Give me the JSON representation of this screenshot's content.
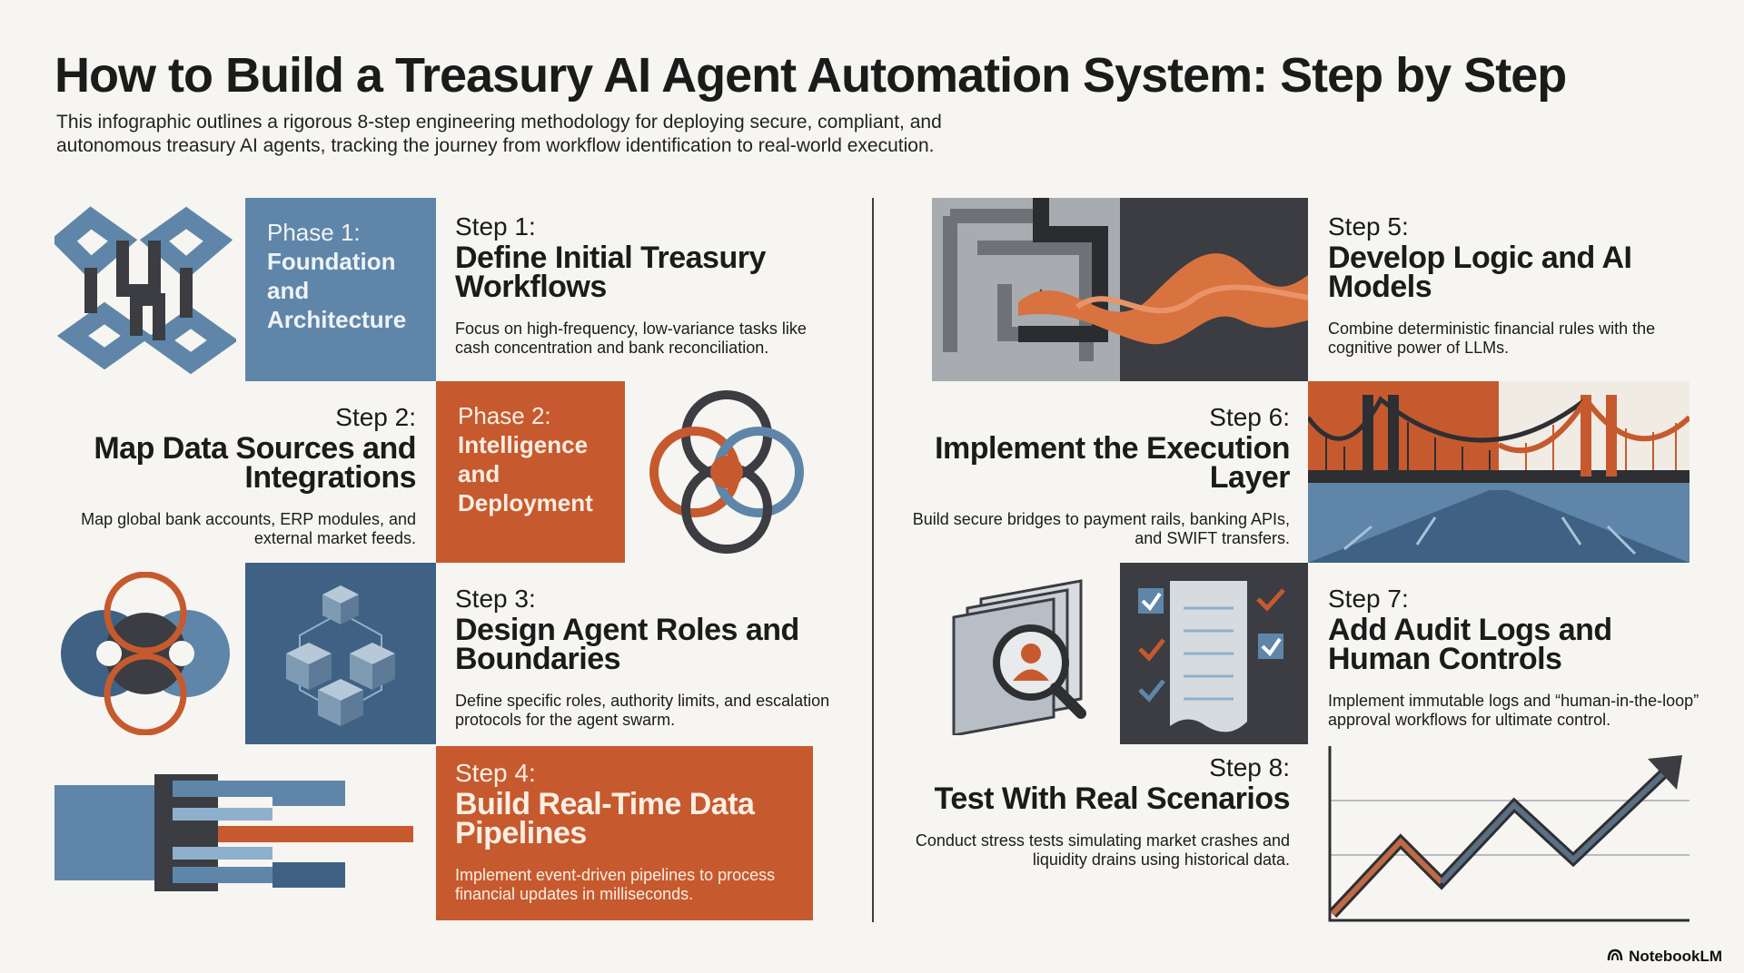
{
  "title": "How to Build a Treasury AI Agent Automation System: Step by Step",
  "subtitle": "This infographic outlines a rigorous 8-step engineering methodology for deploying secure, compliant, and autonomous treasury AI agents, tracking the journey from workflow identification to real-world execution.",
  "phases": [
    {
      "label": "Phase 1:",
      "name": "Foundation and Architecture"
    },
    {
      "label": "Phase 2:",
      "name": "Intelligence and Deployment"
    }
  ],
  "steps": [
    {
      "number": "Step 1:",
      "name": "Define Initial Treasury Workflows",
      "description": "Focus on high-frequency, low-variance tasks like cash concentration and bank reconciliation."
    },
    {
      "number": "Step 2:",
      "name": "Map Data Sources and Integrations",
      "description": "Map global bank accounts, ERP modules, and external market feeds."
    },
    {
      "number": "Step 3:",
      "name": "Design Agent Roles and Boundaries",
      "description": "Define specific roles, authority limits, and escalation protocols for the agent swarm."
    },
    {
      "number": "Step 4:",
      "name": "Build Real-Time Data Pipelines",
      "description": "Implement event-driven pipelines to process financial updates in milliseconds."
    },
    {
      "number": "Step 5:",
      "name": "Develop Logic and AI Models",
      "description": "Combine deterministic financial rules with the cognitive power of LLMs."
    },
    {
      "number": "Step 6:",
      "name": "Implement the Execution Layer",
      "description": "Build secure bridges to payment rails, banking APIs, and SWIFT transfers."
    },
    {
      "number": "Step 7:",
      "name": "Add Audit Logs and Human Controls",
      "description": "Implement immutable logs and “human-in-the-loop” approval workflows for ultimate control."
    },
    {
      "number": "Step 8:",
      "name": "Test With Real Scenarios",
      "description": "Conduct stress tests simulating market crashes and liquidity drains using historical data."
    }
  ],
  "brand": "NotebookLM",
  "colors": {
    "blue": "#5f86a8",
    "dark_blue": "#3f6284",
    "orange": "#c65a2e",
    "charcoal": "#3b3d42",
    "background": "#f6f5f1"
  },
  "icons": [
    "interlocking-shapes-icon",
    "overlapping-rings-icon",
    "venn-circles-icon",
    "cubes-network-icon",
    "pipeline-icon",
    "maze-wave-icon",
    "suspension-bridge-icon",
    "audit-magnifier-icon",
    "checklist-icon",
    "rising-line-chart-icon",
    "notebooklm-logo-icon"
  ]
}
